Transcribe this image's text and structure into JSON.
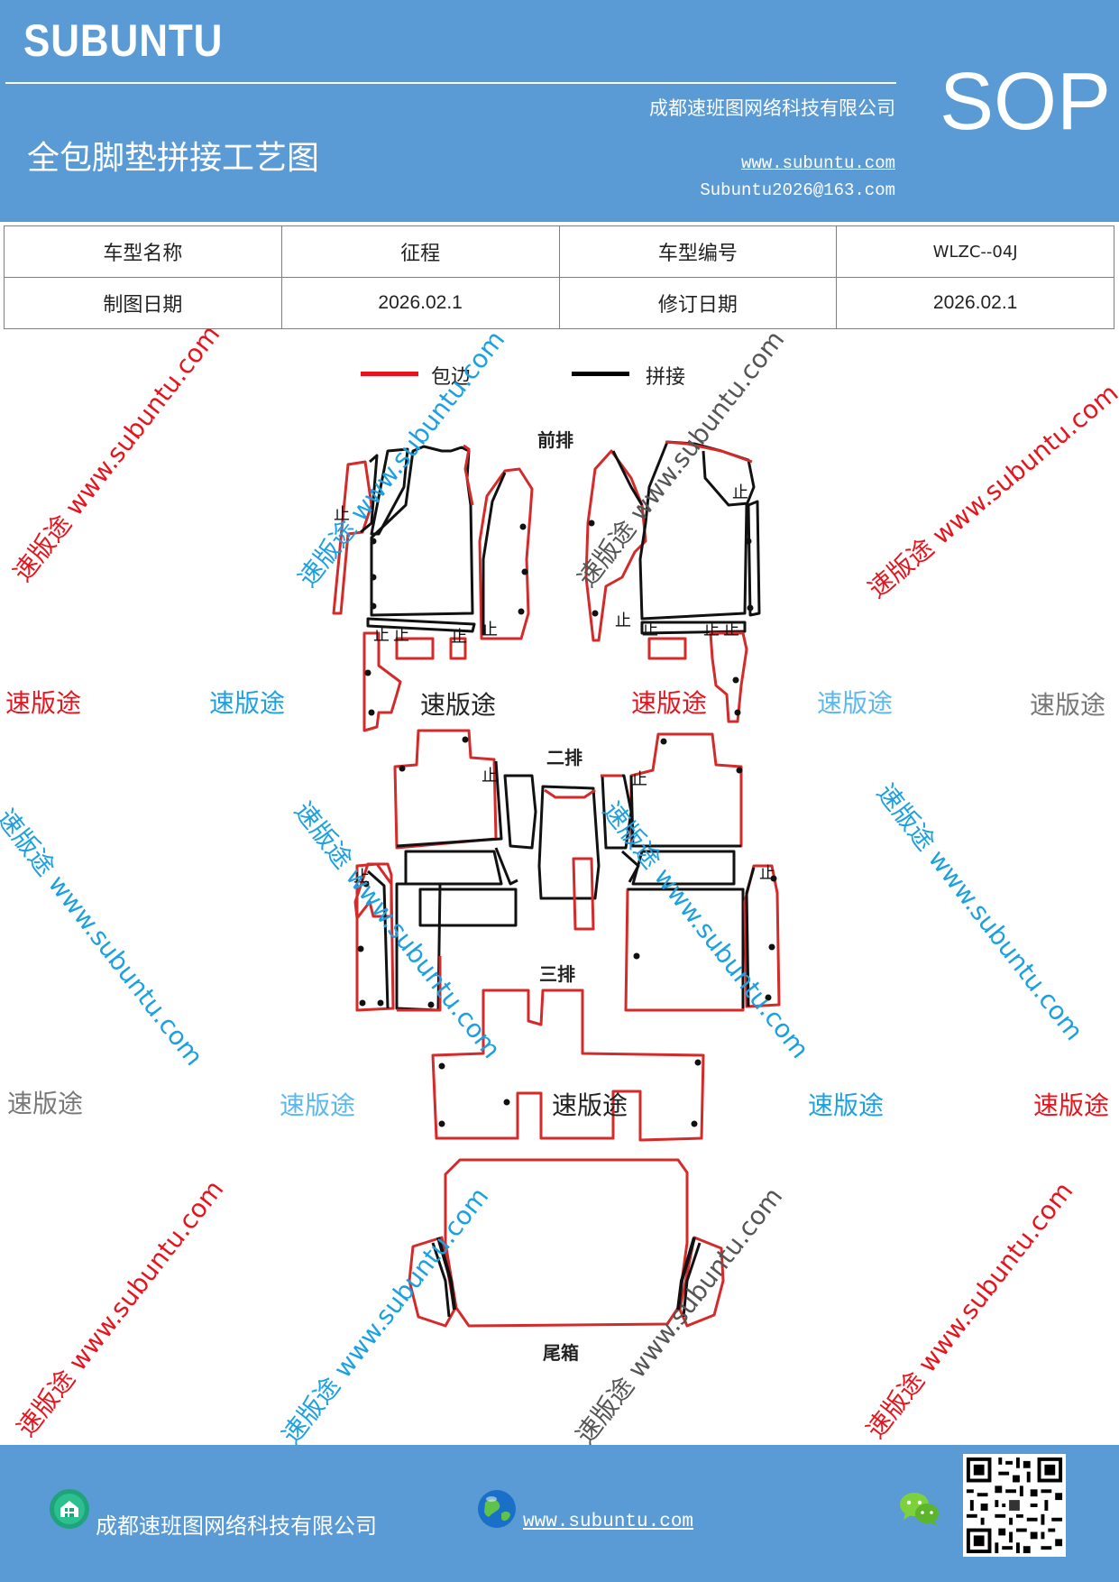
{
  "header": {
    "brand": "SUBUNTU",
    "title": "全包脚垫拼接工艺图",
    "company": "成都速班图网络科技有限公司",
    "website": "www.subuntu.com",
    "email": "Subuntu2026@163.com",
    "badge": "SOP"
  },
  "info_table": {
    "rows": [
      [
        "车型名称",
        "征程",
        "车型编号",
        "WLZC--04J"
      ],
      [
        "制图日期",
        "2026.02.1",
        "修订日期",
        "2026.02.1"
      ]
    ]
  },
  "legend": {
    "items": [
      {
        "label": "包边",
        "color": "#e8141d"
      },
      {
        "label": "拼接",
        "color": "#000000"
      }
    ]
  },
  "sections": {
    "front": "前排",
    "second": "二排",
    "third": "三排",
    "trunk": "尾箱"
  },
  "stop_mark": "止",
  "watermark": {
    "brand": "速版途",
    "diagonal": "速版途 www.subuntu.com",
    "colors": {
      "red": "#e8141d",
      "blue": "#1ba1e2",
      "gray": "#777777",
      "light_blue": "#5bb8ee",
      "black": "#222222"
    }
  },
  "colors": {
    "header_bg": "#5b9bd5",
    "edge_red": "#d42a2a",
    "seam_black": "#111111"
  },
  "footer": {
    "company": "成都速班图网络科技有限公司",
    "website": "www.subuntu.com ",
    "icons": [
      "company-icon",
      "globe-icon",
      "wechat-icon",
      "qr-code"
    ]
  }
}
